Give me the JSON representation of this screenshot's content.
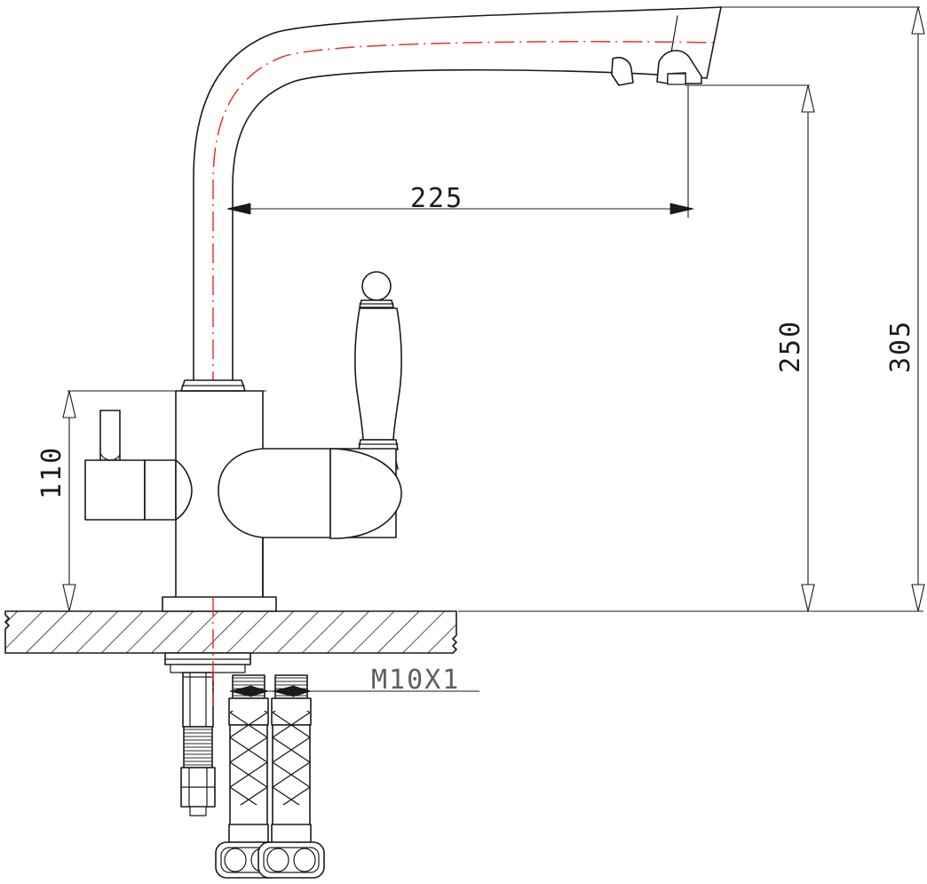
{
  "drawing": {
    "title": "Kitchen mixer faucet with filtered-water outlet — dimensioned elevation",
    "units": "mm",
    "background_color": "#ffffff",
    "line_color": "#1a1a1a",
    "centerline_color": "#e8342a",
    "annotation_color": "#5e5e5e"
  },
  "dimensions": {
    "reach": {
      "label": "225",
      "orientation": "horizontal",
      "description": "Spout reach from column centerline to aerator outlet"
    },
    "spout_height": {
      "label": "250",
      "orientation": "vertical",
      "description": "Height from counter surface to spout outlet"
    },
    "overall_height": {
      "label": "305",
      "orientation": "vertical",
      "description": "Overall height from counter surface to top of spout"
    },
    "handle_height": {
      "label": "110",
      "orientation": "vertical",
      "description": "Height from counter surface to top of side lever handle"
    }
  },
  "annotations": {
    "thread_spec": {
      "label": "M10X1",
      "description": "Metric thread specification for supply hose connectors"
    }
  },
  "parts": {
    "spout": "gooseneck-spout",
    "aerator": "dual-aerator-outlet",
    "main_handle": "main-lever-handle",
    "side_handle": "filtered-water-lever-handle",
    "column": "vertical-column",
    "base": "base-escutcheon",
    "counter": "countertop-section",
    "stud": "mounting-stud-assembly",
    "hose_left": "braided-supply-hose-left",
    "hose_right": "braided-supply-hose-right"
  }
}
